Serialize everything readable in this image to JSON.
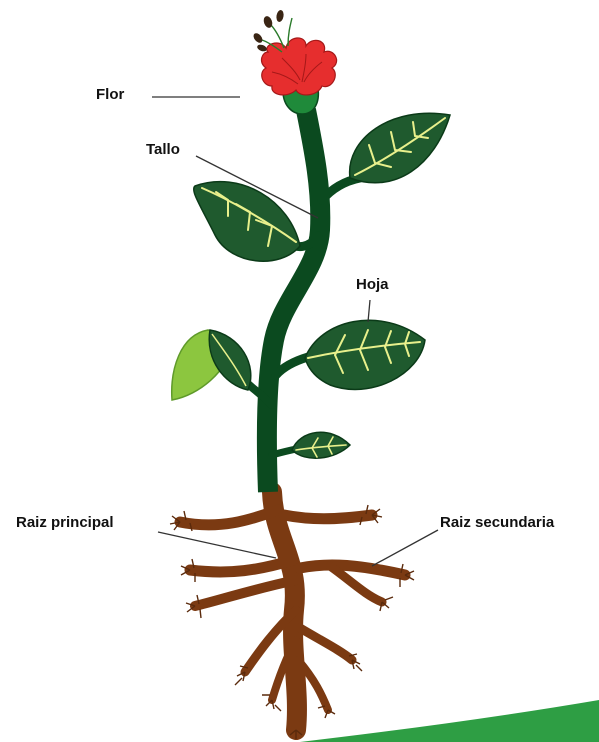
{
  "diagram": {
    "labels": {
      "flower": "Flor",
      "stem": "Tallo",
      "leaf": "Hoja",
      "main_root": "Raiz principal",
      "secondary_root": "Raiz secundaria"
    },
    "colors": {
      "stem": "#0b4a1f",
      "leaf": "#1f5a2e",
      "young_leaf": "#8cc63f",
      "veins": "#e8f08c",
      "flower_petals": "#e62e2e",
      "flower_base": "#1f8a3a",
      "root": "#7b3a12",
      "root_hairs": "#5a2a0c",
      "leader_lines": "#333333",
      "corner_accent": "#2e9e44"
    }
  }
}
